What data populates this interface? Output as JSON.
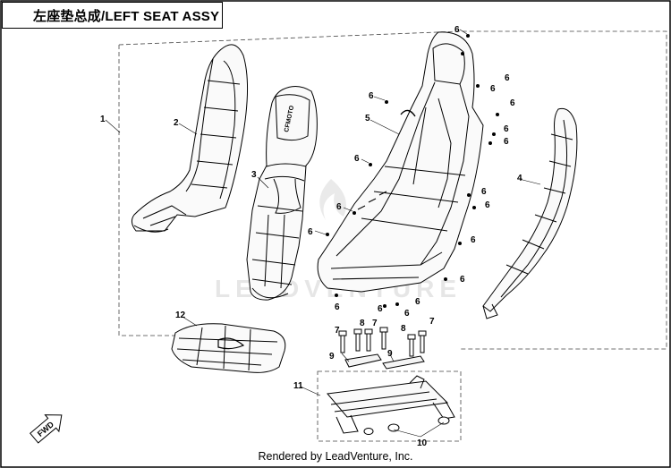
{
  "header": {
    "title": "左座垫总成/LEFT SEAT ASSY"
  },
  "footer": {
    "credit": "Rendered by LeadVenture, Inc."
  },
  "watermark": {
    "text": "LEADVENTURE"
  },
  "fwd_label": "FWD",
  "headrest_logo": "CFMOTO",
  "callouts": {
    "c1": "1",
    "c2": "2",
    "c3": "3",
    "c4": "4",
    "c5": "5",
    "c6a": "6",
    "c6b": "6",
    "c6c": "6",
    "c6d": "6",
    "c6e": "6",
    "c6f": "6",
    "c6g": "6",
    "c6h": "6",
    "c6i": "6",
    "c6j": "6",
    "c6k": "6",
    "c6l": "6",
    "c6m": "6",
    "c6n": "6",
    "c6o": "6",
    "c6p": "6",
    "c6q": "6",
    "c6r": "6",
    "c7a": "7",
    "c7b": "7",
    "c7c": "7",
    "c8a": "8",
    "c8b": "8",
    "c9a": "9",
    "c9b": "9",
    "c10": "10",
    "c11": "11",
    "c12": "12"
  }
}
